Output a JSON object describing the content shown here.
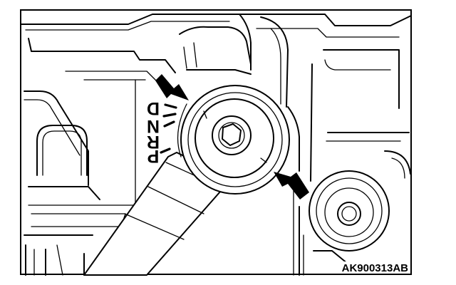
{
  "gear_marks": {
    "park": "P",
    "reverse": "R",
    "neutral": "N",
    "drive": "D"
  },
  "figure_code": "AK900313AB"
}
